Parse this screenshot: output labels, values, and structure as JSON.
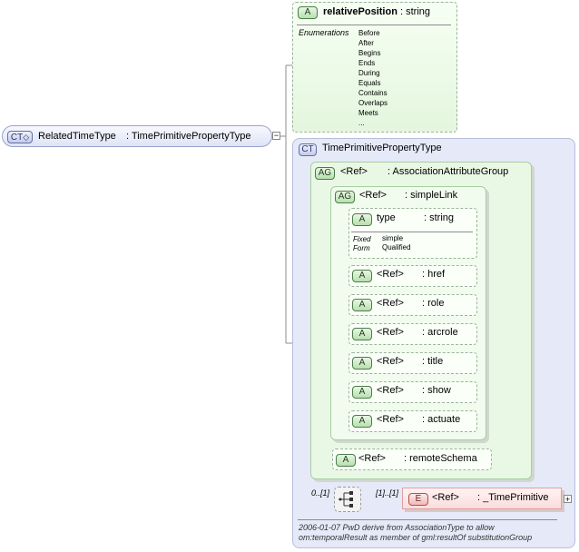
{
  "root": {
    "badge": "CT",
    "name": "RelatedTimeType",
    "type": ": TimePrimitivePropertyType"
  },
  "relPos": {
    "badge": "A",
    "name": "relativePosition",
    "type": ": string",
    "enum_label": "Enumerations",
    "enums": [
      "Before",
      "After",
      "Begins",
      "Ends",
      "During",
      "Equals",
      "Contains",
      "Overlaps",
      "Meets",
      "..."
    ]
  },
  "ct": {
    "badge": "CT",
    "name": "TimePrimitivePropertyType"
  },
  "ag_assoc": {
    "badge": "AG",
    "ref": "<Ref>",
    "name": ": AssociationAttributeGroup"
  },
  "ag_simple": {
    "badge": "AG",
    "ref": "<Ref>",
    "name": ": simpleLink"
  },
  "type_attr": {
    "badge": "A",
    "name": "type",
    "type": ": string",
    "fixed_label": "Fixed",
    "fixed_value": "simple",
    "form_label": "Form",
    "form_value": "Qualified"
  },
  "attrs": [
    {
      "badge": "A",
      "ref": "<Ref>",
      "name": ": href"
    },
    {
      "badge": "A",
      "ref": "<Ref>",
      "name": ": role"
    },
    {
      "badge": "A",
      "ref": "<Ref>",
      "name": ": arcrole"
    },
    {
      "badge": "A",
      "ref": "<Ref>",
      "name": ": title"
    },
    {
      "badge": "A",
      "ref": "<Ref>",
      "name": ": show"
    },
    {
      "badge": "A",
      "ref": "<Ref>",
      "name": ": actuate"
    }
  ],
  "remote": {
    "badge": "A",
    "ref": "<Ref>",
    "name": ": remoteSchema"
  },
  "seq": {
    "occurs_left": "0..[1]",
    "occurs_right": "[1]..[1]"
  },
  "element": {
    "badge": "E",
    "ref": "<Ref>",
    "name": ": _TimePrimitive"
  },
  "note": [
    "2006-01-07 PwD derive from AssociationType to allow",
    "om:temporalResult as member of gml:resultOf substitutionGroup"
  ]
}
